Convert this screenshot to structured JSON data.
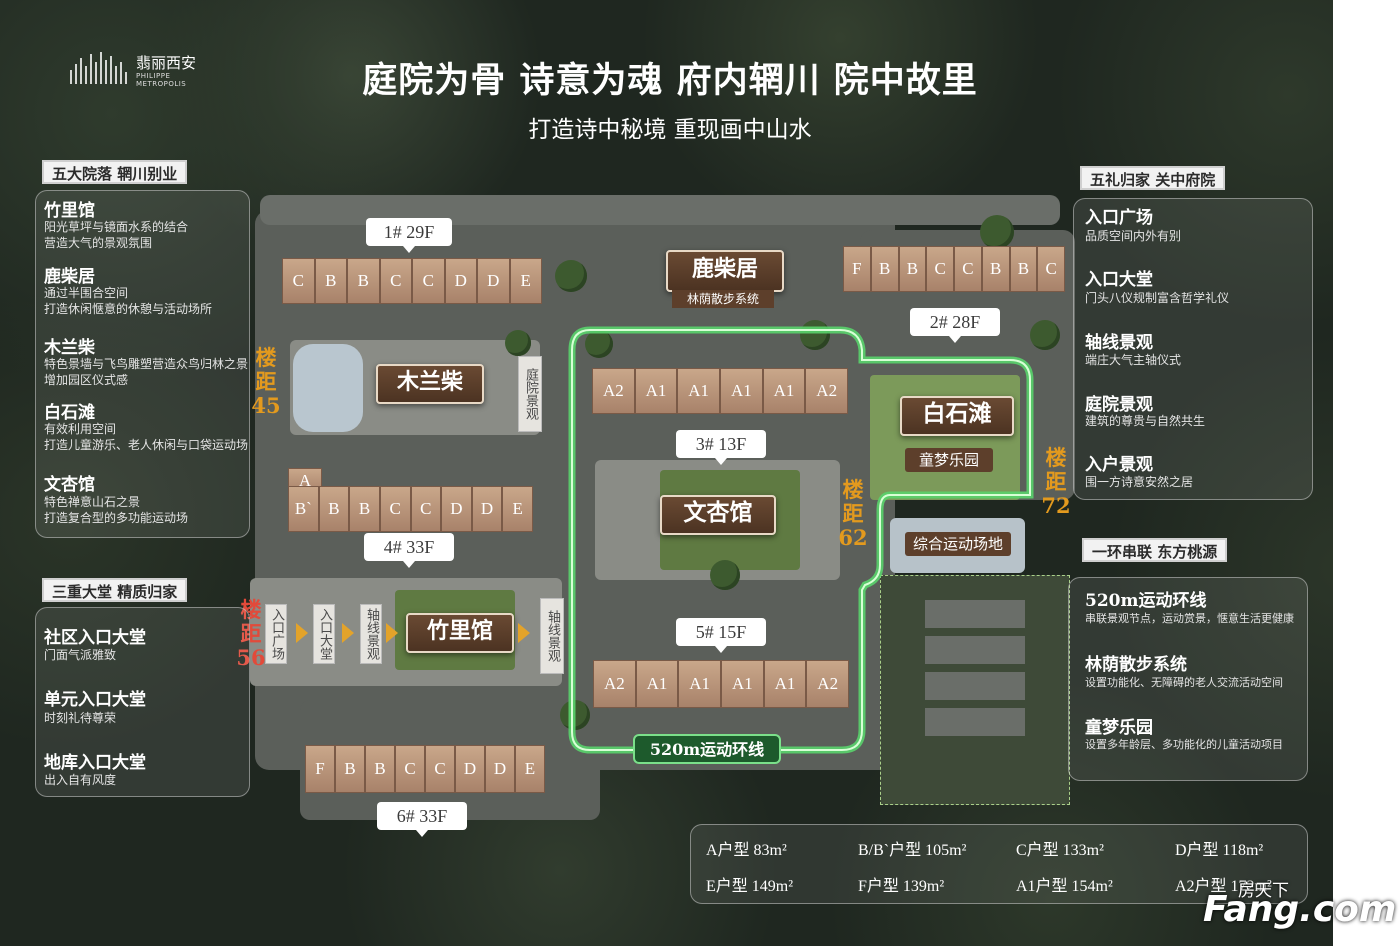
{
  "brand": {
    "name_cn": "翡丽西安",
    "name_en": "PHILIPPE METROPOLIS"
  },
  "header": {
    "title": "庭院为骨 诗意为魂 府内辋川 院中故里",
    "subtitle": "打造诗中秘境 重现画中山水"
  },
  "left_panel_1": {
    "tag": "五大院落 辋川别业",
    "items": [
      {
        "title": "竹里馆",
        "desc": [
          "阳光草坪与镜面水系的结合",
          "营造大气的景观氛围"
        ]
      },
      {
        "title": "鹿柴居",
        "desc": [
          "通过半围合空间",
          "打造休闲惬意的休憩与活动场所"
        ]
      },
      {
        "title": "木兰柴",
        "desc": [
          "特色景墙与飞鸟雕塑营造众鸟归林之景",
          "增加园区仪式感"
        ]
      },
      {
        "title": "白石滩",
        "desc": [
          "有效利用空间",
          "打造儿童游乐、老人休闲与口袋运动场"
        ]
      },
      {
        "title": "文杏馆",
        "desc": [
          "特色禅意山石之景",
          "打造复合型的多功能运动场"
        ]
      }
    ]
  },
  "left_panel_2": {
    "tag": "三重大堂 精质归家",
    "items": [
      {
        "title": "社区入口大堂",
        "desc": [
          "门面气派雅致"
        ]
      },
      {
        "title": "单元入口大堂",
        "desc": [
          "时刻礼待尊荣"
        ]
      },
      {
        "title": "地库入口大堂",
        "desc": [
          "出入自有风度"
        ]
      }
    ]
  },
  "right_panel_1": {
    "tag": "五礼归家 关中府院",
    "items": [
      {
        "title": "入口广场",
        "desc": [
          "品质空间内外有别"
        ]
      },
      {
        "title": "入口大堂",
        "desc": [
          "门头八仪规制富含哲学礼仪"
        ]
      },
      {
        "title": "轴线景观",
        "desc": [
          "端庄大气主轴仪式"
        ]
      },
      {
        "title": "庭院景观",
        "desc": [
          "建筑的尊贵与自然共生"
        ]
      },
      {
        "title": "入户景观",
        "desc": [
          "围一方诗意安然之居"
        ]
      }
    ]
  },
  "right_panel_2": {
    "tag": "一环串联 东方桃源",
    "items": [
      {
        "title": "520m运动环线",
        "desc": [
          "串联景观节点，运动赏景，惬意生活更健康"
        ]
      },
      {
        "title": "林荫散步系统",
        "desc": [
          "设置功能化、无障碍的老人交流活动空间"
        ]
      },
      {
        "title": "童梦乐园",
        "desc": [
          "设置多年龄层、多功能化的儿童活动项目"
        ]
      }
    ]
  },
  "buildings": {
    "b1": {
      "tag": "1# 29F",
      "units": [
        "C",
        "B",
        "B",
        "C",
        "C",
        "D",
        "D",
        "E"
      ]
    },
    "b2": {
      "tag": "2# 28F",
      "units": [
        "F",
        "B",
        "B",
        "C",
        "C",
        "B",
        "B",
        "C"
      ]
    },
    "b3": {
      "tag": "3# 13F",
      "units": [
        "A2",
        "A1",
        "A1",
        "A1",
        "A1",
        "A2"
      ]
    },
    "b4": {
      "tag": "4# 33F",
      "units_top": [
        "A"
      ],
      "units": [
        "B`",
        "B",
        "B",
        "C",
        "C",
        "D",
        "D",
        "E"
      ]
    },
    "b5": {
      "tag": "5# 15F",
      "units": [
        "A2",
        "A1",
        "A1",
        "A1",
        "A1",
        "A2"
      ]
    },
    "b6": {
      "tag": "6# 33F",
      "units": [
        "F",
        "B",
        "B",
        "C",
        "C",
        "D",
        "D",
        "E"
      ]
    }
  },
  "courts": {
    "luchaiju": "鹿柴居",
    "luchaiju_sub": "林荫散步系统",
    "mulanchai": "木兰柴",
    "baishitan": "白石滩",
    "baishitan_sub": "童梦乐园",
    "wenxingguan": "文杏馆",
    "zhuliguan": "竹里馆",
    "sports": "综合运动场地"
  },
  "vertical_labels": {
    "tingyuan": "庭院景观",
    "rukou_guangchang": "入口广场",
    "rukou_datang": "入口大堂",
    "zhouxian1": "轴线景观",
    "zhouxian2": "轴线景观"
  },
  "spacing": {
    "s45": "楼距45",
    "s56": "楼距56",
    "s62": "楼距62",
    "s72": "楼距72"
  },
  "loop_label": "520m运动环线",
  "colors": {
    "spacing_orange": "#e39a1e",
    "spacing_red": "#e24a3a",
    "loop_green": "#59d36b",
    "court_brown": "#5a3c28",
    "unit_tan": "#b89077"
  },
  "legend": [
    "A户型 83m²",
    "B/B`户型 105m²",
    "C户型 133m²",
    "D户型 118m²",
    "E户型 149m²",
    "F户型 139m²",
    "A1户型 154m²",
    "A2户型 172m²"
  ],
  "watermark": {
    "top": "房天下",
    "bottom": "Fang.com"
  }
}
